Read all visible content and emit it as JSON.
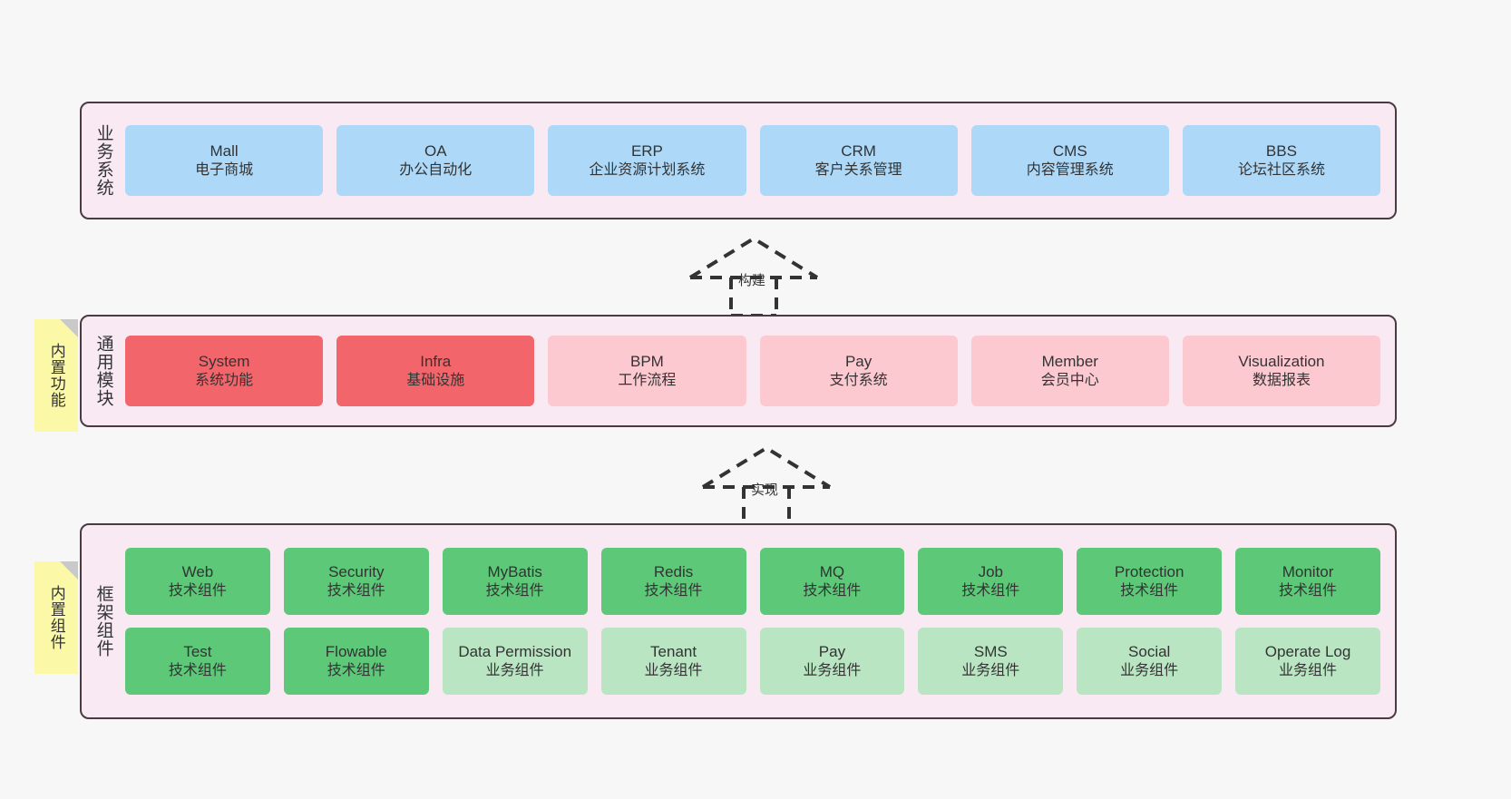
{
  "diagram": {
    "background_color": "#f7f7f7",
    "layer_fill": "#f8e9f3",
    "layer_border": "#4a3b42",
    "sticky_color": "#fbf8a8"
  },
  "layers": [
    {
      "id": "business-systems",
      "label": "业务系统",
      "rows": [
        {
          "cards": [
            {
              "title": "Mall",
              "subtitle": "电子商城",
              "color": "#add8f7",
              "style": "c-blue"
            },
            {
              "title": "OA",
              "subtitle": "办公自动化",
              "color": "#add8f7",
              "style": "c-blue"
            },
            {
              "title": "ERP",
              "subtitle": "企业资源计划系统",
              "color": "#add8f7",
              "style": "c-blue"
            },
            {
              "title": "CRM",
              "subtitle": "客户关系管理",
              "color": "#add8f7",
              "style": "c-blue"
            },
            {
              "title": "CMS",
              "subtitle": "内容管理系统",
              "color": "#add8f7",
              "style": "c-blue"
            },
            {
              "title": "BBS",
              "subtitle": "论坛社区系统",
              "color": "#add8f7",
              "style": "c-blue"
            }
          ]
        }
      ]
    },
    {
      "id": "common-modules",
      "label": "通用模块",
      "sticky": "内置功能",
      "rows": [
        {
          "cards": [
            {
              "title": "System",
              "subtitle": "系统功能",
              "color": "#f2666b",
              "style": "c-red"
            },
            {
              "title": "Infra",
              "subtitle": "基础设施",
              "color": "#f2666b",
              "style": "c-red"
            },
            {
              "title": "BPM",
              "subtitle": "工作流程",
              "color": "#fcc9d1",
              "style": "c-pink"
            },
            {
              "title": "Pay",
              "subtitle": "支付系统",
              "color": "#fcc9d1",
              "style": "c-pink"
            },
            {
              "title": "Member",
              "subtitle": "会员中心",
              "color": "#fcc9d1",
              "style": "c-pink"
            },
            {
              "title": "Visualization",
              "subtitle": "数据报表",
              "color": "#fcc9d1",
              "style": "c-pink"
            }
          ]
        }
      ]
    },
    {
      "id": "framework-components",
      "label": "框架组件",
      "sticky": "内置组件",
      "rows": [
        {
          "cards": [
            {
              "title": "Web",
              "subtitle": "技术组件",
              "color": "#5cc878",
              "style": "c-green"
            },
            {
              "title": "Security",
              "subtitle": "技术组件",
              "color": "#5cc878",
              "style": "c-green"
            },
            {
              "title": "MyBatis",
              "subtitle": "技术组件",
              "color": "#5cc878",
              "style": "c-green"
            },
            {
              "title": "Redis",
              "subtitle": "技术组件",
              "color": "#5cc878",
              "style": "c-green"
            },
            {
              "title": "MQ",
              "subtitle": "技术组件",
              "color": "#5cc878",
              "style": "c-green"
            },
            {
              "title": "Job",
              "subtitle": "技术组件",
              "color": "#5cc878",
              "style": "c-green"
            },
            {
              "title": "Protection",
              "subtitle": "技术组件",
              "color": "#5cc878",
              "style": "c-green"
            },
            {
              "title": "Monitor",
              "subtitle": "技术组件",
              "color": "#5cc878",
              "style": "c-green"
            }
          ]
        },
        {
          "cards": [
            {
              "title": "Test",
              "subtitle": "技术组件",
              "color": "#5cc878",
              "style": "c-green"
            },
            {
              "title": "Flowable",
              "subtitle": "技术组件",
              "color": "#5cc878",
              "style": "c-green"
            },
            {
              "title": "Data Permission",
              "subtitle": "业务组件",
              "color": "#b9e5c3",
              "style": "c-greenlight"
            },
            {
              "title": "Tenant",
              "subtitle": "业务组件",
              "color": "#b9e5c3",
              "style": "c-greenlight"
            },
            {
              "title": "Pay",
              "subtitle": "业务组件",
              "color": "#b9e5c3",
              "style": "c-greenlight"
            },
            {
              "title": "SMS",
              "subtitle": "业务组件",
              "color": "#b9e5c3",
              "style": "c-greenlight"
            },
            {
              "title": "Social",
              "subtitle": "业务组件",
              "color": "#b9e5c3",
              "style": "c-greenlight"
            },
            {
              "title": "Operate Log",
              "subtitle": "业务组件",
              "color": "#b9e5c3",
              "style": "c-greenlight"
            }
          ]
        }
      ]
    }
  ],
  "connectors": [
    {
      "id": "build",
      "label": "构建"
    },
    {
      "id": "implement",
      "label": "实现"
    }
  ]
}
